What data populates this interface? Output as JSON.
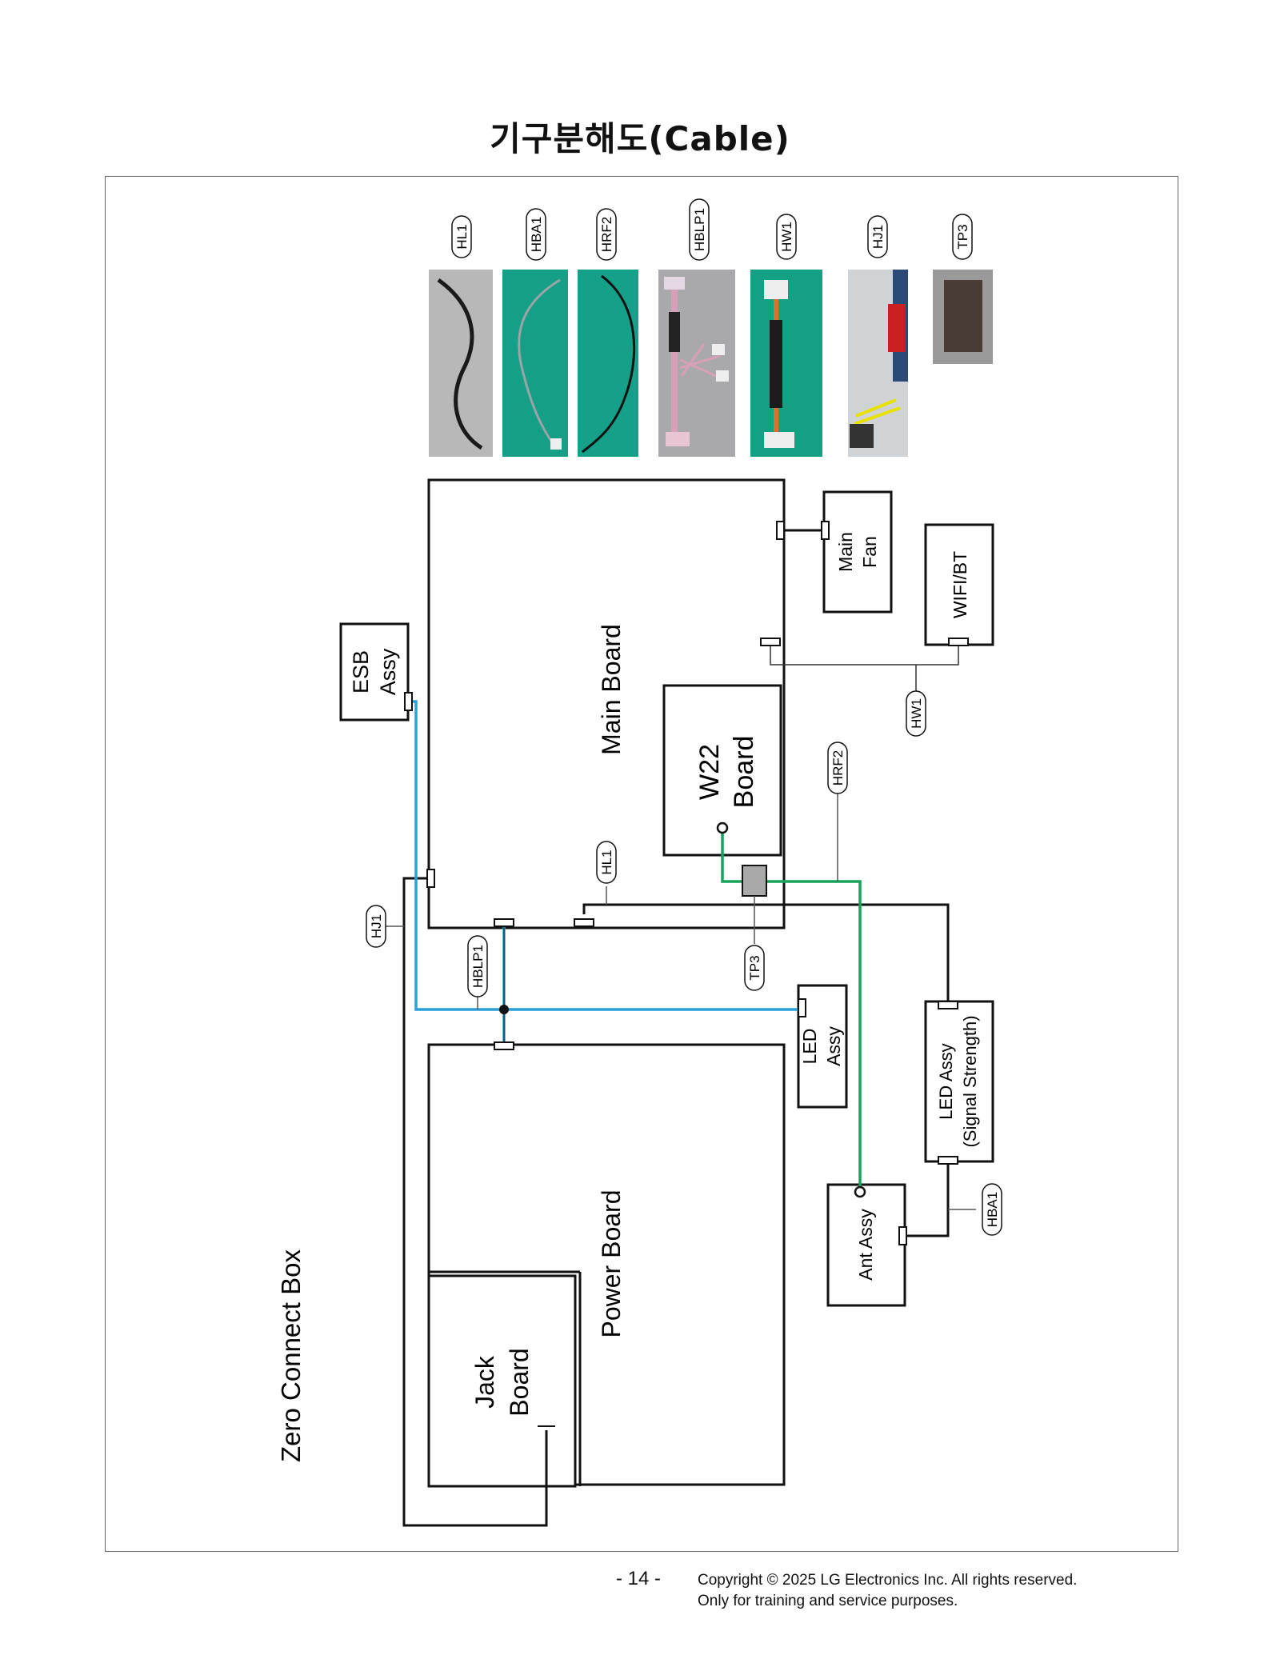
{
  "page": {
    "title": "기구분해도(Cable)",
    "page_number": "- 14 -",
    "copyright_line1": "Copyright © 2025 LG Electronics Inc. All rights reserved.",
    "copyright_line2": "Only for training and service purposes."
  },
  "diagram": {
    "box_label": "Zero Connect Box",
    "blocks": {
      "main_board": "Main Board",
      "w22_board_line1": "W22",
      "w22_board_line2": "Board",
      "power_board": "Power Board",
      "jack_board_line1": "Jack",
      "jack_board_line2": "Board",
      "esb_assy_line1": "ESB",
      "esb_assy_line2": "Assy",
      "main_fan_line1": "Main",
      "main_fan_line2": "Fan",
      "wifi_bt": "WIFI/BT",
      "led_assy_line1": "LED",
      "led_assy_line2": "Assy",
      "led_assy_signal_line1": "LED Assy",
      "led_assy_signal_line2": "(Signal Strength)",
      "ant_assy": "Ant Assy"
    },
    "cable_tags": {
      "hl1": "HL1",
      "hba1": "HBA1",
      "hrf2": "HRF2",
      "hblp1": "HBLP1",
      "hw1": "HW1",
      "hj1": "HJ1",
      "tp3": "TP3"
    },
    "photos": [
      {
        "tag": "HL1",
        "bg": "#b8b8b8",
        "cable": "#1a1a1a"
      },
      {
        "tag": "HBA1",
        "bg": "#159f86",
        "cable": "#9aa4a8"
      },
      {
        "tag": "HRF2",
        "bg": "#15a089",
        "cable": "#111111"
      },
      {
        "tag": "HBLP1",
        "bg": "#a9a9ab",
        "cable": "#d8a0b8"
      },
      {
        "tag": "HW1",
        "bg": "#13a083",
        "cable": "#222222"
      },
      {
        "tag": "HJ1",
        "bg": "#d0d3d6",
        "cable": "#e9e100"
      },
      {
        "tag": "TP3",
        "bg": "#9a9a9a",
        "cable": "#4a3c36"
      }
    ],
    "colors": {
      "blue_cable": "#2aa0d6",
      "green_cable": "#16a35a",
      "black_line": "#111111",
      "tp3_fill": "#a9a9a9"
    }
  }
}
